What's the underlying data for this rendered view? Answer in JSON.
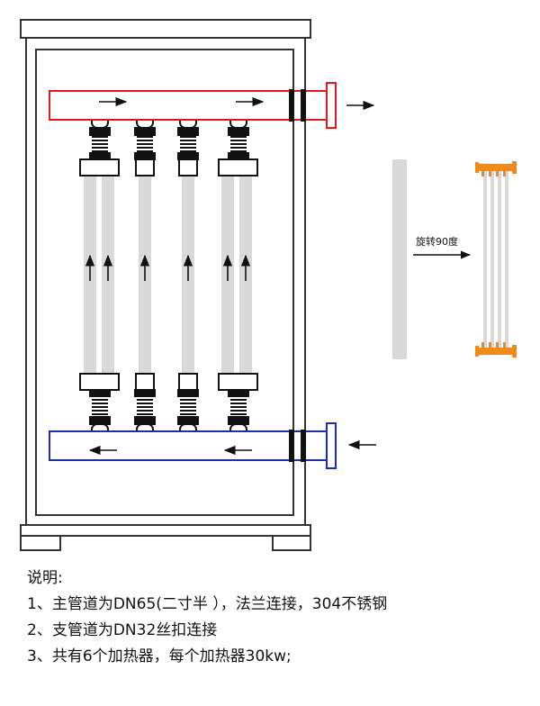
{
  "diagram": {
    "rotate_label": "旋转90度",
    "colors": {
      "outlet_pipe": "#e0191e",
      "inlet_pipe": "#1a2fa8",
      "heater_tube": "#d9d9d9",
      "flange_orange": "#f08a1c",
      "frame": "#333333"
    },
    "heater_groups": 4,
    "heaters_total": 6
  },
  "notes": {
    "heading": "说明:",
    "items": [
      "1、主管道为DN65(二寸半 ），法兰连接，304不锈钢",
      "2、支管道为DN32丝扣连接",
      "3、共有6个加热器，每个加热器30kw;"
    ]
  }
}
